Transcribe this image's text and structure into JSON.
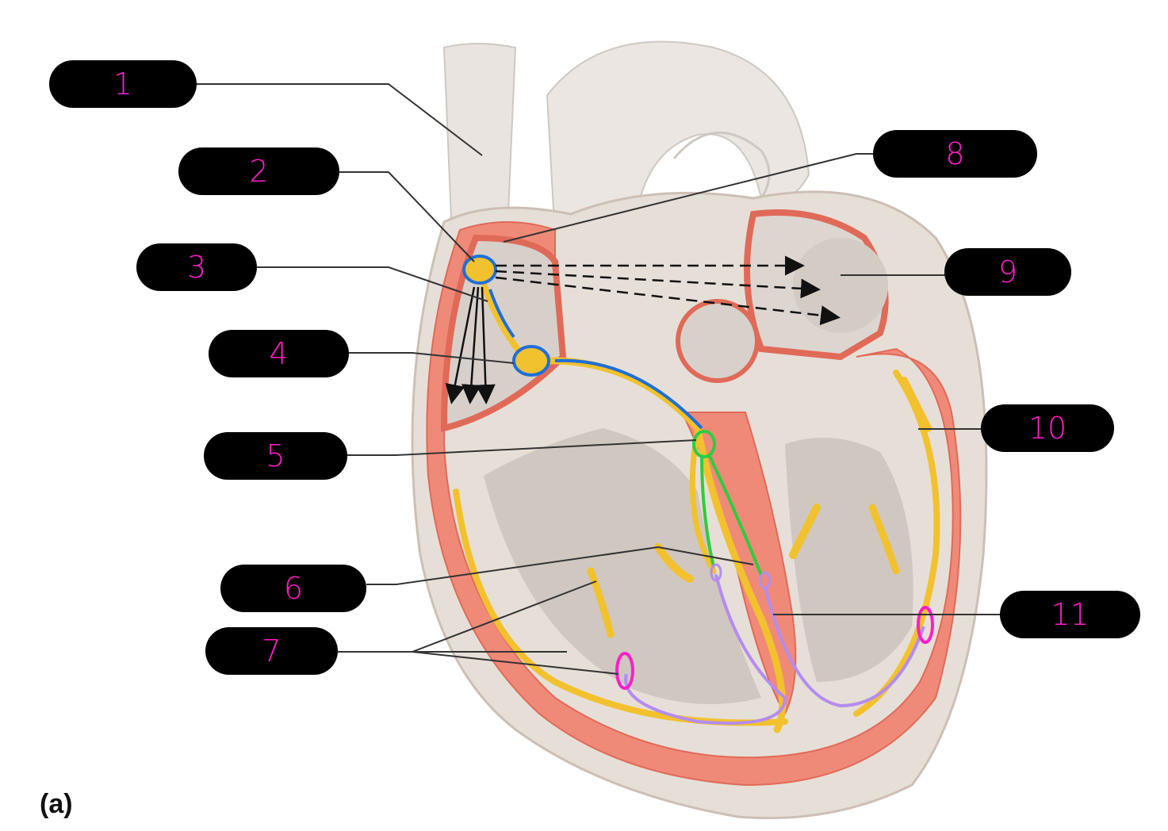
{
  "labels": [
    {
      "id": "1",
      "text": "1"
    },
    {
      "id": "2",
      "text": "2"
    },
    {
      "id": "3",
      "text": "3"
    },
    {
      "id": "4",
      "text": "4"
    },
    {
      "id": "5",
      "text": "5"
    },
    {
      "id": "6",
      "text": "6"
    },
    {
      "id": "7",
      "text": "7"
    },
    {
      "id": "8",
      "text": "8"
    },
    {
      "id": "9",
      "text": "9"
    },
    {
      "id": "10",
      "text": "10"
    },
    {
      "id": "11",
      "text": "11"
    }
  ],
  "caption": "(a)",
  "colors": {
    "label_bg": "#000000",
    "label_text": "#ff1fc8",
    "myocardium": "#f08a78",
    "conduction": "#f2c12e",
    "sa_av_outline": "#1e6fd9",
    "bundle_outline": "#2ecc40",
    "purkinje_outline": "#b48cf0",
    "marker": "#ff1fc8",
    "leader_line": "#333333"
  }
}
